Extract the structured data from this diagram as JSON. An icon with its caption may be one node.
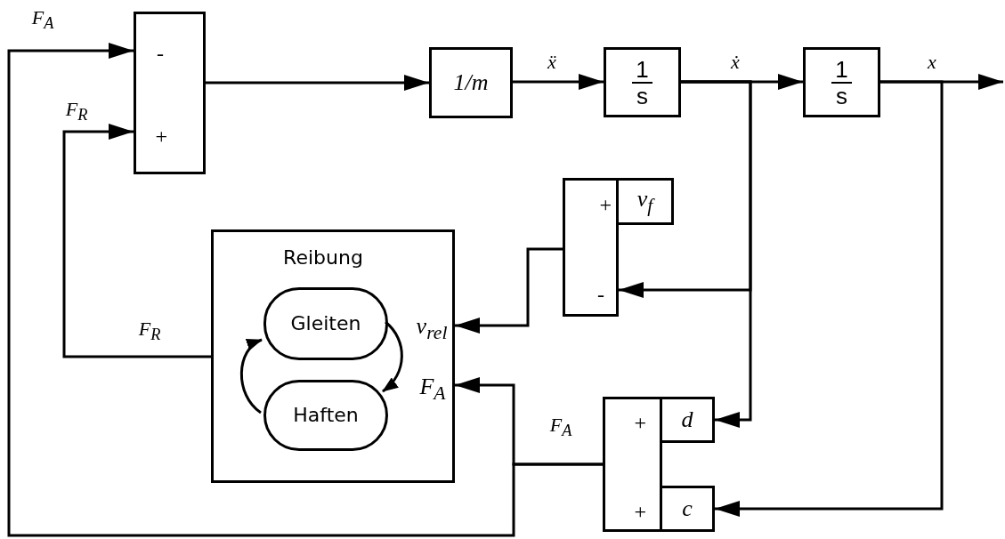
{
  "diagram": {
    "nodes": [
      {
        "text": [
          "-",
          "+"
        ]
      },
      {
        "text": [
          "1/m"
        ]
      },
      {
        "text": [
          "1",
          "s"
        ]
      },
      {
        "text": [
          "1",
          "s"
        ]
      },
      {
        "text": [
          "+",
          "-"
        ]
      },
      {
        "text": [
          "v$_{f}$"
        ]
      },
      {
        "text": [
          "Reibung",
          "v$_{rel}$",
          "F$_{A}$"
        ]
      },
      {
        "text": [
          "Gleiten"
        ],
        "in": 6
      },
      {
        "text": [
          "Haften"
        ],
        "in": 6
      },
      {
        "text": [
          "+",
          "+"
        ]
      },
      {
        "text": [
          "d"
        ]
      },
      {
        "text": [
          "c"
        ]
      }
    ],
    "edges": [
      {
        "from": 0,
        "to": 1,
        "arrow": "to"
      },
      {
        "from": 1,
        "to": 2,
        "arrow": "to",
        "label": "ẍ"
      },
      {
        "from": 2,
        "to": 3,
        "arrow": "to",
        "label": "ẋ"
      },
      {
        "from": 3,
        "to": null,
        "arrow": "to",
        "label": "x"
      },
      {
        "from": 2,
        "to": 4,
        "arrow": "to"
      },
      {
        "from": 2,
        "to": 10,
        "arrow": "to"
      },
      {
        "from": 3,
        "to": 11,
        "arrow": "to"
      },
      {
        "from": 4,
        "to": 6,
        "arrow": "to"
      },
      {
        "from": 9,
        "to": 6,
        "arrow": "to",
        "label": "F$_{A}$"
      },
      {
        "from": 9,
        "to": 0,
        "arrow": "to",
        "label": "F$_{A}$"
      },
      {
        "from": 6,
        "to": 0,
        "arrow": "to",
        "label": "F$_{R}$"
      },
      {
        "from": 7,
        "to": 8,
        "arrow": "to"
      },
      {
        "from": 8,
        "to": 7,
        "arrow": "to"
      }
    ],
    "labels": [
      "F$_{R}$"
    ]
  }
}
